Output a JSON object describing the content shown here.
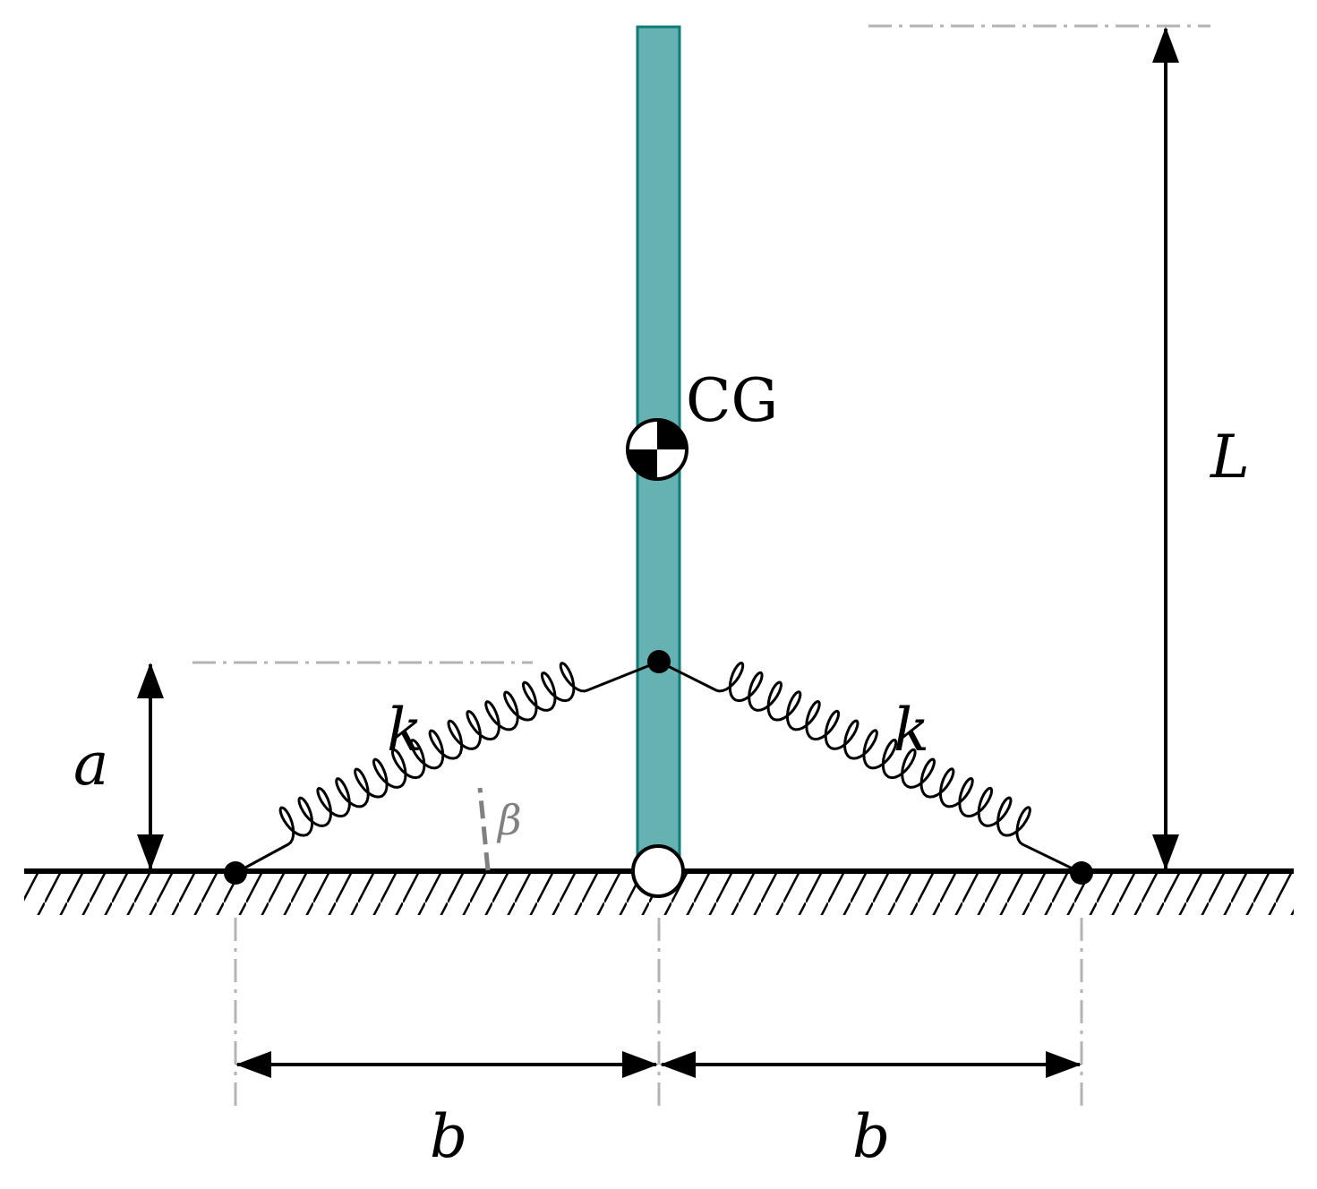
{
  "colors": {
    "rod_fill": "#66b2b2",
    "rod_stroke": "#0f7b7b",
    "guide": "#b3b3b3",
    "beta_marker": "#808080"
  },
  "labels": {
    "center_of_gravity": "CG",
    "length": "L",
    "spring_height": "a",
    "half_span": "b",
    "spring_stiffness": "k",
    "spring_angle": "β"
  },
  "icons": {
    "center_of_gravity": "cg-symbol-icon",
    "pin_joint": "pin-joint-icon",
    "ground": "hatched-ground-icon"
  }
}
